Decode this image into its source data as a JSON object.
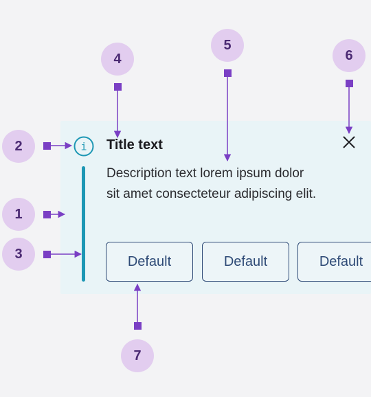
{
  "notification": {
    "title": "Title text",
    "description": "Description text lorem ipsum dolor sit amet consecteteur adipiscing elit.",
    "info_icon_glyph": "i",
    "actions": [
      "Default",
      "Default",
      "Default"
    ]
  },
  "callouts": [
    "1",
    "2",
    "3",
    "4",
    "5",
    "6",
    "7"
  ],
  "colors": {
    "background": "#f3f3f5",
    "notification_background": "#e9f4f7",
    "accent": "#1d97b4",
    "button_border": "#2e4a76",
    "badge_fill": "#e2cdef",
    "badge_text": "#4b2a73",
    "connector": "#7a3fc4"
  },
  "icons": [
    "info-icon",
    "close-icon"
  ]
}
